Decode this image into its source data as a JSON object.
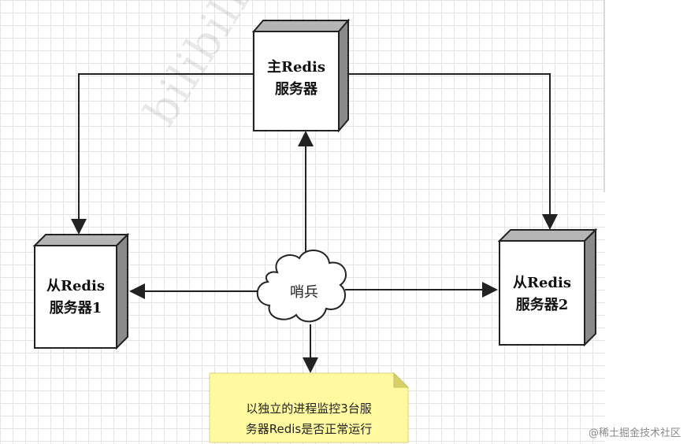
{
  "diagram": {
    "watermark": "bilibili·狂神",
    "credit": "@稀土掘金技术社区",
    "nodes": {
      "master": {
        "line1": "主Redis",
        "line2": "服务器"
      },
      "slave1": {
        "line1": "从Redis",
        "line2": "服务器1"
      },
      "slave2": {
        "line1": "从Redis",
        "line2": "服务器2"
      },
      "sentinel": {
        "label": "哨兵"
      },
      "note": {
        "line1": "以独立的进程监控3台服",
        "line2": "务器Redis是否正常运行"
      }
    },
    "colors": {
      "box_fill": "#ffffff",
      "box_side": "#8a8a8a",
      "box_top": "#b5b5b5",
      "note_fill": "#fffaa0",
      "note_fold": "#d6cf6a",
      "grid": "#e4e4e4",
      "line": "#222222"
    }
  }
}
